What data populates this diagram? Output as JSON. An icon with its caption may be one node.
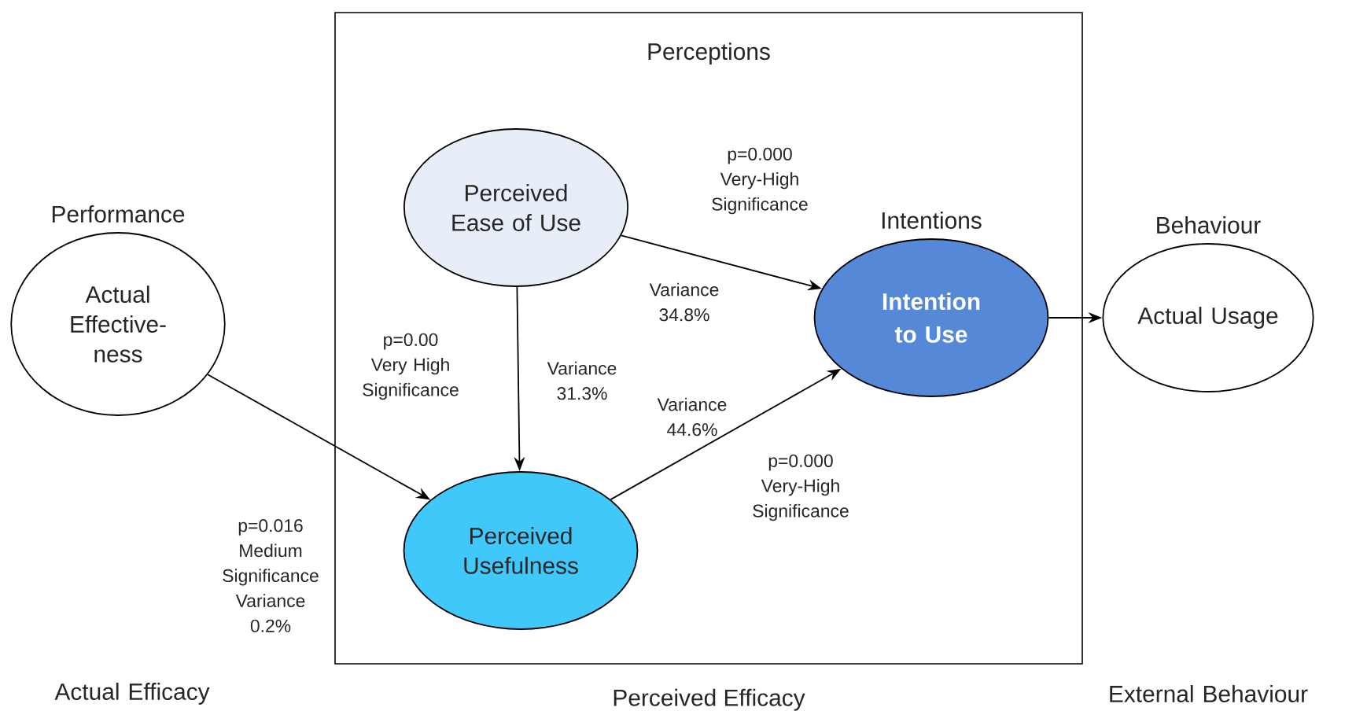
{
  "diagram": {
    "nodes": [
      {
        "text": [
          "Perceptions"
        ],
        "beside": [
          "Perceived Efficacy"
        ]
      },
      {
        "text": [
          "Perceived Ease of Use"
        ],
        "in": 0
      },
      {
        "text": [
          "Performance",
          "Actual Effective- ness"
        ]
      },
      {
        "text": [
          "Intentions",
          "Intention to Use"
        ],
        "in": 0
      },
      {
        "text": [
          "Behaviour",
          "Actual Usage"
        ]
      },
      {
        "text": [
          "Perceived Usefulness"
        ],
        "in": 0
      }
    ],
    "edges": [
      {
        "from": 1,
        "to": 3,
        "arrow": "to",
        "label": "p=0.000 Very-High Significance"
      },
      {
        "from": 1,
        "to": 5,
        "arrow": "to",
        "label": "p=0.00 Very High Significance"
      },
      {
        "from": 2,
        "to": 5,
        "arrow": "to",
        "label": "p=0.016 Medium Significance Variance 0.2%"
      },
      {
        "from": 5,
        "to": 3,
        "arrow": "to",
        "label": "p=0.000 Very-High Significance"
      },
      {
        "from": 3,
        "to": 4,
        "arrow": "to"
      }
    ],
    "labels": [
      "Variance 34.8%",
      "Variance 31.3%",
      "Variance 44.6%",
      "Actual Efficacy",
      "External Behaviour"
    ]
  }
}
